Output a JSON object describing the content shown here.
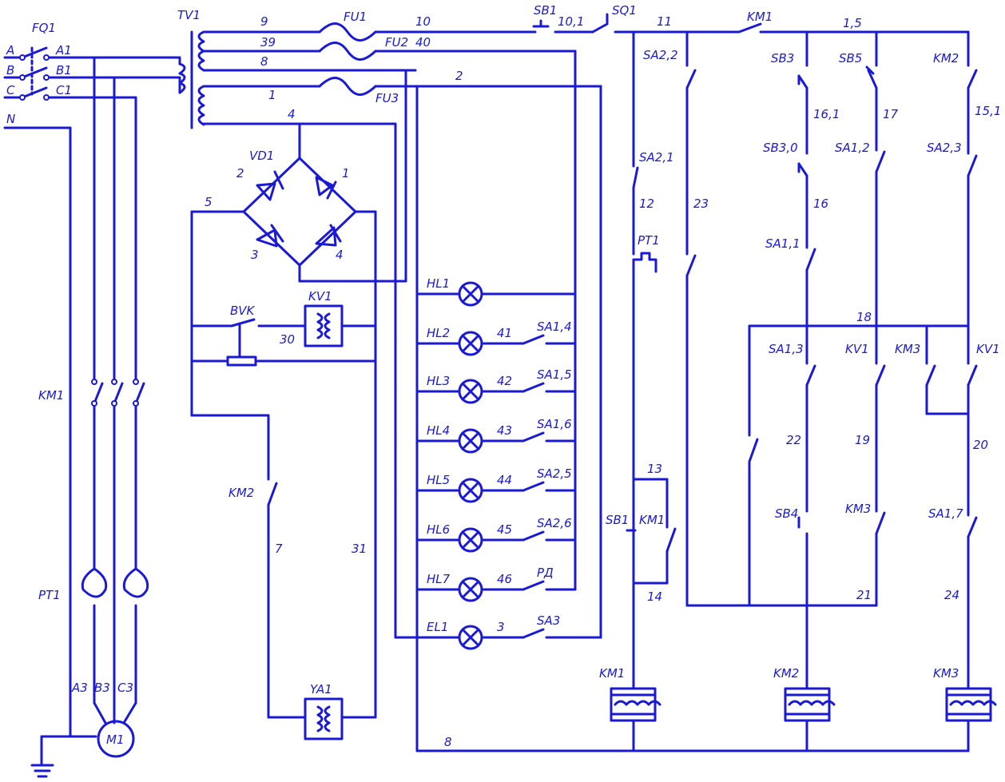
{
  "diagram": {
    "stroke": "#1a1ad6",
    "background": "#ffffff",
    "labels": {
      "fq1": "FQ1",
      "a": "A",
      "b": "B",
      "c": "C",
      "n": "N",
      "a1": "A1",
      "b1": "B1",
      "c1": "C1",
      "tv1": "TV1",
      "w9": "9",
      "w39": "39",
      "w8top": "8",
      "w1": "1",
      "w4": "4",
      "fu1": "FU1",
      "fu2": "FU2",
      "fu3": "FU3",
      "w10": "10",
      "w40": "40",
      "w2": "2",
      "sb1top": "SB1",
      "w101": "10,1",
      "sq1": "SQ1",
      "w11": "11",
      "km1top": "KM1",
      "w15": "1,5",
      "sa22": "SA2,2",
      "sb3": "SB3",
      "sb5": "SB5",
      "km2top": "KM2",
      "w161": "16,1",
      "w17": "17",
      "w151": "15,1",
      "sb30": "SB3,0",
      "sa12": "SA1,2",
      "sa23": "SA2,3",
      "sa21": "SA2,1",
      "w12": "12",
      "w23": "23",
      "w16": "16",
      "pt1right": "PT1",
      "sa11": "SA1,1",
      "vd1": "VD1",
      "d1": "1",
      "d2": "2",
      "d3": "3",
      "d4": "4",
      "w5": "5",
      "hl1": "HL1",
      "hl2": "HL2",
      "hl3": "HL3",
      "hl4": "HL4",
      "hl5": "HL5",
      "hl6": "HL6",
      "hl7": "HL7",
      "el1": "EL1",
      "w41": "41",
      "w42": "42",
      "w43": "43",
      "w44": "44",
      "w45": "45",
      "w46": "46",
      "w3": "3",
      "sa14": "SA1,4",
      "sa15": "SA1,5",
      "sa16": "SA1,6",
      "sa25": "SA2,5",
      "sa26": "SA2,6",
      "rd": "РД",
      "sa3": "SA3",
      "bvk": "BVK",
      "kv1coil": "KV1",
      "w30": "30",
      "km1left": "KM1",
      "km2left": "KM2",
      "w7": "7",
      "w31": "31",
      "pt1left": "PT1",
      "a3": "A3",
      "b3": "B3",
      "c3": "C3",
      "m1": "M1",
      "ya1": "YA1",
      "w8bot": "8",
      "w18": "18",
      "sa13": "SA1,3",
      "kv1c1": "KV1",
      "km3c": "KM3",
      "kv1c2": "KV1",
      "w22": "22",
      "w19": "19",
      "w20": "20",
      "sb4": "SB4",
      "km3c2": "KM3",
      "sa17": "SA1,7",
      "w21": "21",
      "w24": "24",
      "w13": "13",
      "sb1low": "SB1",
      "km1low": "KM1",
      "w14": "14",
      "km1coil": "KM1",
      "km2coil": "KM2",
      "km3coil": "KM3"
    }
  }
}
